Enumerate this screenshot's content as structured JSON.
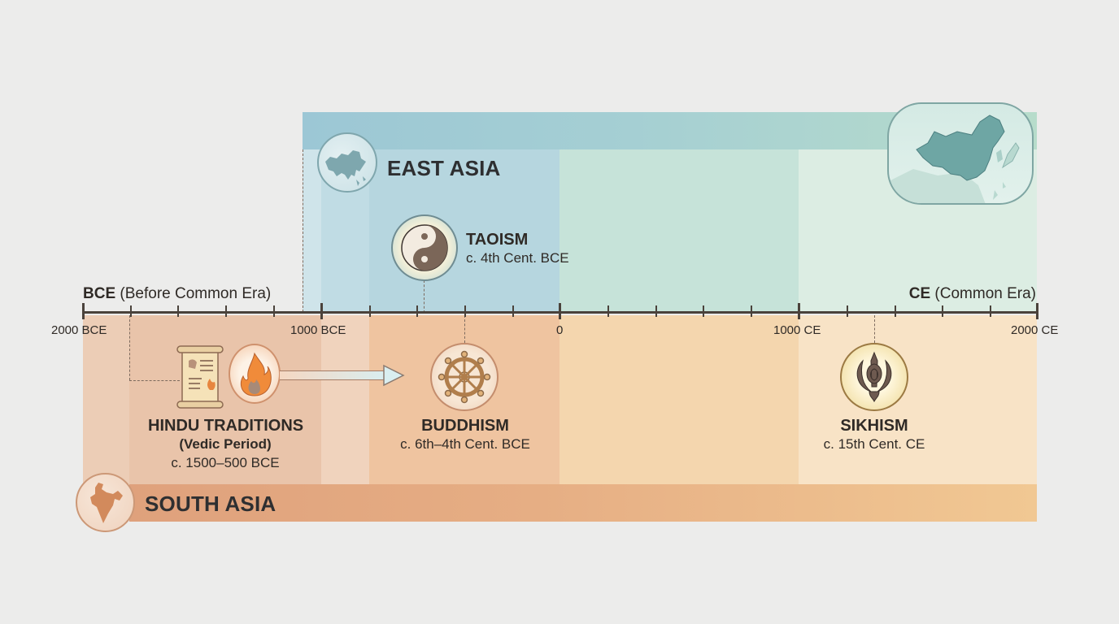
{
  "timeline": {
    "axis": {
      "start_year": -2000,
      "end_year": 2000,
      "era_left": {
        "bold": "BCE",
        "rest": " (Before Common Era)"
      },
      "era_right": {
        "bold": "CE",
        "rest": " (Common Era)"
      },
      "tick_labels": [
        "2000 BCE",
        "1000 BCE",
        "0",
        "1000 CE",
        "2000 CE"
      ],
      "minor_tick_interval_years": 200
    },
    "regions": {
      "east_asia": {
        "label": "EAST ASIA",
        "icon": "east-asia-globe-icon",
        "color": "#9cc7d5"
      },
      "south_asia": {
        "label": "SOUTH ASIA",
        "icon": "india-map-icon",
        "color": "#dfa17c"
      }
    },
    "religions": [
      {
        "id": "hindu",
        "title": "HINDU TRADITIONS",
        "subtitle": "(Vedic Period)",
        "date": "c. 1500–500 BCE",
        "region": "South Asia",
        "icons": [
          "scroll-icon",
          "fire-icon"
        ]
      },
      {
        "id": "buddhism",
        "title": "BUDDHISM",
        "date": "c. 6th–4th Cent. BCE",
        "region": "South Asia",
        "icons": [
          "dharma-wheel-icon"
        ]
      },
      {
        "id": "taoism",
        "title": "TAOISM",
        "date": "c. 4th Cent. BCE",
        "region": "East Asia",
        "icons": [
          "yin-yang-icon"
        ]
      },
      {
        "id": "sikhism",
        "title": "SIKHISM",
        "date": "c. 15th Cent. CE",
        "region": "South Asia",
        "icons": [
          "khanda-icon"
        ]
      }
    ],
    "colors": {
      "background": "#ececeb",
      "east_asia_band": "#b6d6df",
      "south_asia_band": "#efc4a0",
      "axis": "#4a423b",
      "text": "#2f2a26"
    }
  }
}
